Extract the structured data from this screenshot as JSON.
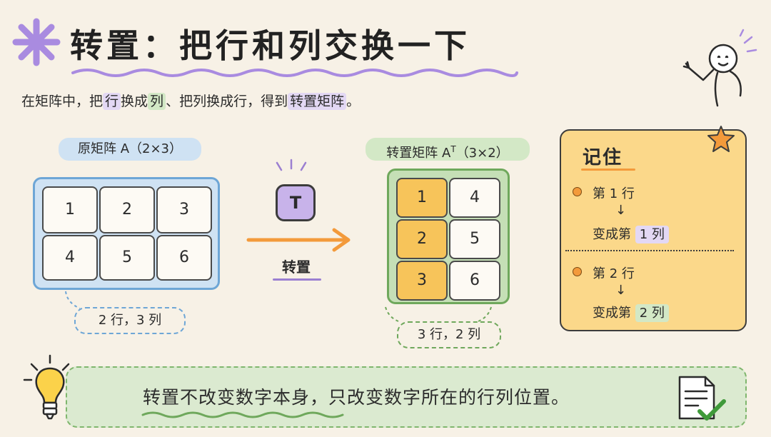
{
  "title": "转置：把行和列交换一下",
  "subtitle": {
    "p1": "在矩阵中，把",
    "w1": "行",
    "p2": "换成",
    "w2": "列",
    "p3": "、把列换成行，得到",
    "w3": "转置矩阵",
    "p4": "。"
  },
  "matrix_a": {
    "label": "原矩阵 A（2×3）",
    "cells": [
      "1",
      "2",
      "3",
      "4",
      "5",
      "6"
    ],
    "shape_label": "2 行，3 列"
  },
  "transpose": {
    "badge": "T",
    "label": "转置"
  },
  "matrix_at": {
    "label_prefix": "转置矩阵 A",
    "label_sup": "T",
    "label_suffix": "（3×2）",
    "cells": [
      "1",
      "4",
      "2",
      "5",
      "3",
      "6"
    ],
    "shape_label": "3 行，2 列"
  },
  "remember": {
    "title": "记住",
    "item1_top": "第 1 行",
    "item1_prefix": "变成第",
    "item1_tag": "1 列",
    "item2_top": "第 2 行",
    "item2_prefix": "变成第",
    "item2_tag": "2 列",
    "arrow": "↓"
  },
  "bottom_note": "转置不改变数字本身，只改变数字所在的行列位置。",
  "colors": {
    "purple": "#9b7fd1",
    "green": "#7fb66d",
    "orange": "#f39a3b",
    "blue": "#9ec8ea",
    "yellow": "#fbd88a"
  }
}
